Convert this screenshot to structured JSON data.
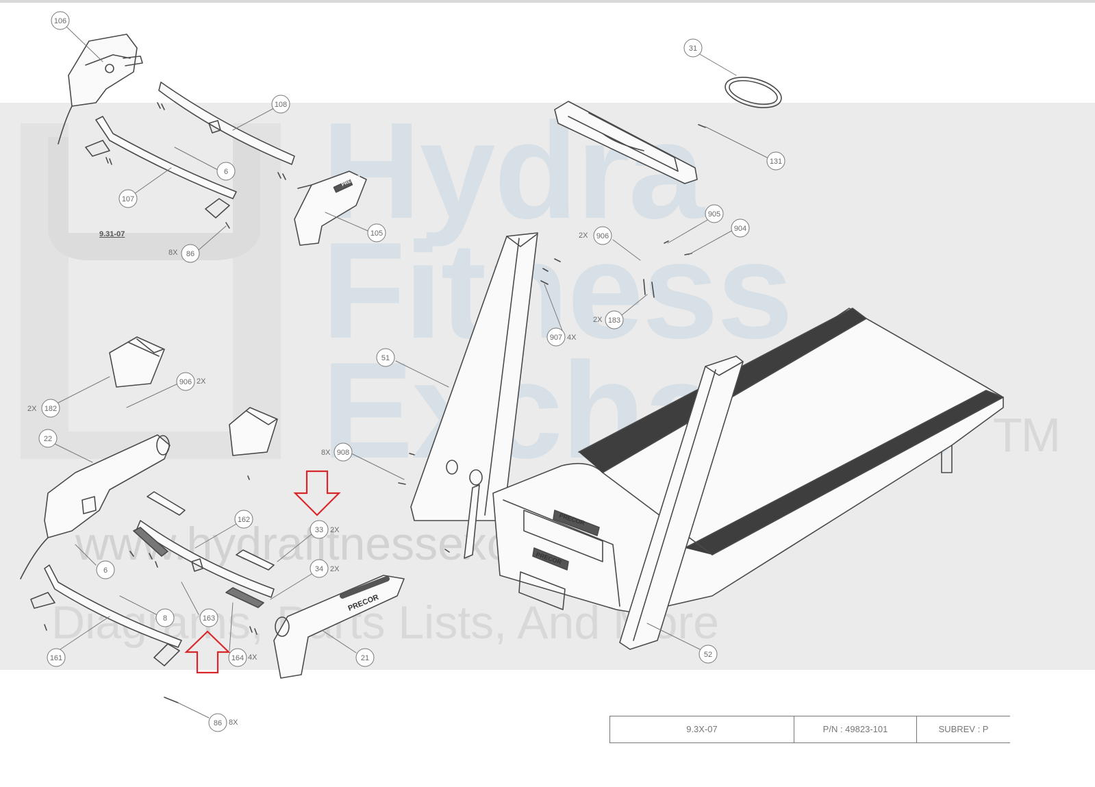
{
  "watermark": {
    "brand_line1": "Hydra",
    "brand_line2": "Fitness",
    "brand_line3": "Exchange",
    "trademark": "TM",
    "url": "www.hydrafitnessexchange.com",
    "tagline": "Diagrams, Parts Lists, And More"
  },
  "subassembly_label": "9.31-07",
  "callouts": [
    {
      "id": "c106",
      "label": "106"
    },
    {
      "id": "c108",
      "label": "108"
    },
    {
      "id": "c6a",
      "label": "6"
    },
    {
      "id": "c107",
      "label": "107"
    },
    {
      "id": "c105",
      "label": "105"
    },
    {
      "id": "c86a",
      "label": "86"
    },
    {
      "id": "c31",
      "label": "31"
    },
    {
      "id": "c131",
      "label": "131"
    },
    {
      "id": "c905",
      "label": "905"
    },
    {
      "id": "c904",
      "label": "904"
    },
    {
      "id": "c906",
      "label": "906"
    },
    {
      "id": "c183",
      "label": "183"
    },
    {
      "id": "c907",
      "label": "907"
    },
    {
      "id": "c51",
      "label": "51"
    },
    {
      "id": "c906b",
      "label": "906"
    },
    {
      "id": "c182",
      "label": "182"
    },
    {
      "id": "c22",
      "label": "22"
    },
    {
      "id": "c908",
      "label": "908"
    },
    {
      "id": "c162",
      "label": "162"
    },
    {
      "id": "c33",
      "label": "33"
    },
    {
      "id": "c34",
      "label": "34"
    },
    {
      "id": "c6b",
      "label": "6"
    },
    {
      "id": "c8",
      "label": "8"
    },
    {
      "id": "c163",
      "label": "163"
    },
    {
      "id": "c161",
      "label": "161"
    },
    {
      "id": "c164",
      "label": "164"
    },
    {
      "id": "c21",
      "label": "21"
    },
    {
      "id": "c52",
      "label": "52"
    },
    {
      "id": "c86b",
      "label": "86"
    }
  ],
  "quantities": {
    "q86a": "8X",
    "q906": "2X",
    "q183": "2X",
    "q907": "4X",
    "q906b": "2X",
    "q182": "2X",
    "q908": "8X",
    "q33": "2X",
    "q34": "2X",
    "q164": "4X",
    "q86b": "8X"
  },
  "brand_decal": "PRECOR",
  "title_block": {
    "model": "9.3X-07",
    "part_number": "P/N : 49823-101",
    "subrev": "SUBREV : P"
  },
  "highlight_color": "#d9262a"
}
